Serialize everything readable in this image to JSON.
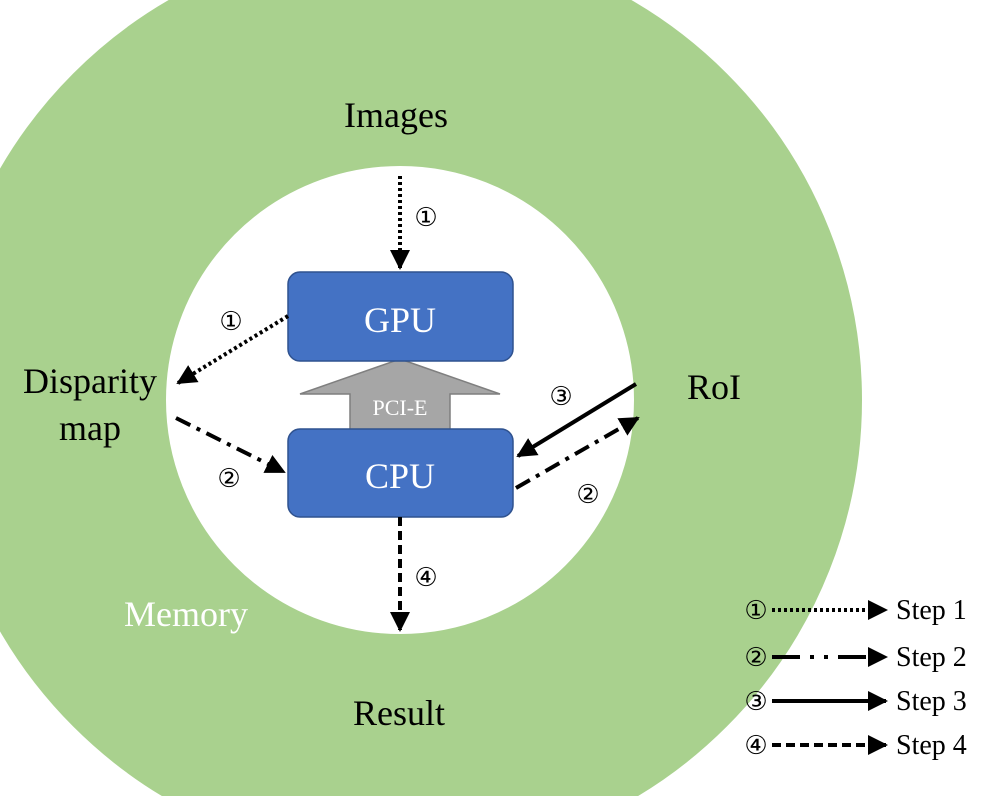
{
  "colors": {
    "ring": "#a9d18e",
    "box": "#4472c4",
    "box_border": "#2f528f",
    "bus": "#a6a6a6",
    "bus_border": "#7f7f7f",
    "arrow": "#000000",
    "memory_label": "#ffffff"
  },
  "labels": {
    "images": "Images",
    "disparity_line1": "Disparity",
    "disparity_line2": "map",
    "roi": "RoI",
    "result": "Result",
    "memory": "Memory"
  },
  "components": {
    "gpu": "GPU",
    "cpu": "CPU",
    "bus": "PCI-E"
  },
  "step_markers": {
    "images_to_gpu": "①",
    "gpu_to_disparity": "①",
    "disparity_to_cpu": "②",
    "roi_to_cpu": "③",
    "cpu_to_roi": "②",
    "cpu_to_result": "④"
  },
  "legend": [
    {
      "marker": "①",
      "label": "Step 1",
      "style": "dotted"
    },
    {
      "marker": "②",
      "label": "Step 2",
      "style": "dash-dot"
    },
    {
      "marker": "③",
      "label": "Step 3",
      "style": "solid"
    },
    {
      "marker": "④",
      "label": "Step 4",
      "style": "dashed"
    }
  ]
}
